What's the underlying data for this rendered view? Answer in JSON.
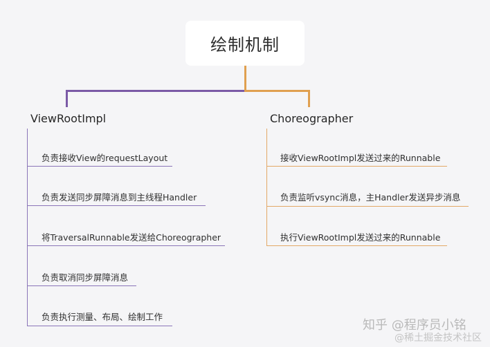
{
  "diagram": {
    "root": {
      "label": "绘制机制"
    },
    "branches": [
      {
        "label": "ViewRootImpl",
        "color": "#7b5aa6",
        "items": [
          {
            "label": "负责接收View的requestLayout"
          },
          {
            "label": "负责发送同步屏障消息到主线程Handler"
          },
          {
            "label": "将TraversalRunnable发送给Choreographer"
          },
          {
            "label": "负责取消同步屏障消息"
          },
          {
            "label": "负责执行测量、布局、绘制工作"
          }
        ]
      },
      {
        "label": "Choreographer",
        "color": "#e0a050",
        "items": [
          {
            "label": "接收ViewRootImpl发送过来的Runnable"
          },
          {
            "label": "负责监听vsync消息，主Handler发送异步消息"
          },
          {
            "label": "执行ViewRootImpl发送过来的Runnable"
          }
        ]
      }
    ]
  },
  "watermarks": {
    "primary": "知乎 @程序员小铭",
    "secondary": "@稀土掘金技术社区"
  }
}
